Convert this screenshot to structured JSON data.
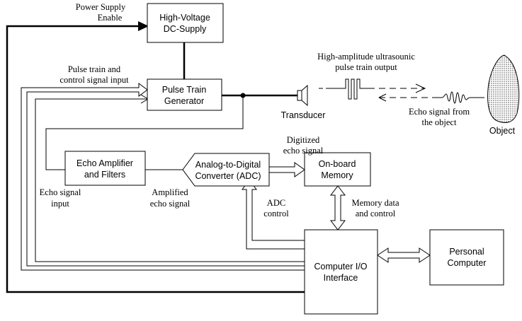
{
  "blocks": {
    "hv_supply": [
      "High-Voltage",
      "DC-Supply"
    ],
    "pulse_gen": [
      "Pulse Train",
      "Generator"
    ],
    "echo_amp": [
      "Echo Amplifier",
      "and Filters"
    ],
    "adc": [
      "Analog-to-Digital",
      "Converter (ADC)"
    ],
    "memory": [
      "On-board",
      "Memory"
    ],
    "io": [
      "Computer I/O",
      "Interface"
    ],
    "pc": [
      "Personal",
      "Computer"
    ]
  },
  "labels": {
    "power_enable": [
      "Power Supply",
      "Enable"
    ],
    "pulse_input": [
      "Pulse train and",
      "control signal input"
    ],
    "output": [
      "High-amplitude ultrasounic",
      "pulse train output"
    ],
    "transducer": "Transducer",
    "echo_object": [
      "Echo signal from",
      "the object"
    ],
    "object": "Object",
    "digitized": [
      "Digitized",
      "echo signal"
    ],
    "echo_input": [
      "Echo signal",
      "input"
    ],
    "amplified": [
      "Amplified",
      "echo signal"
    ],
    "adc_control": [
      "ADC",
      "control"
    ],
    "memory_data": [
      "Memory data",
      "and control"
    ]
  }
}
